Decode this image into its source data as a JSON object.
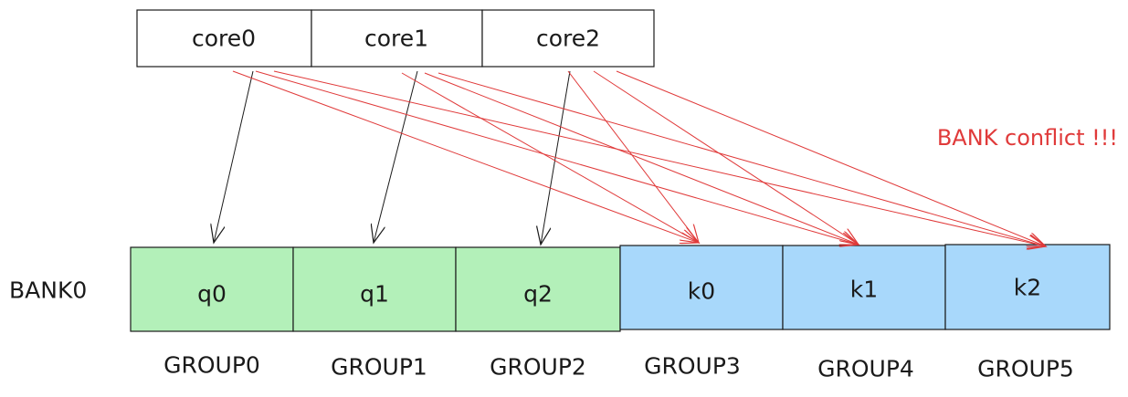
{
  "colors": {
    "q_fill": "#b3f0b9",
    "k_fill": "#a8d8fb",
    "core_fill": "#ffffff",
    "border": "#1a1a1a",
    "red": "#e03a3a",
    "black_arrow": "#1a1a1a"
  },
  "cores": [
    "core0",
    "core1",
    "core2"
  ],
  "bank": {
    "label": "BANK0",
    "cells": [
      {
        "label": "q0",
        "kind": "q"
      },
      {
        "label": "q1",
        "kind": "q"
      },
      {
        "label": "q2",
        "kind": "q"
      },
      {
        "label": "k0",
        "kind": "k"
      },
      {
        "label": "k1",
        "kind": "k"
      },
      {
        "label": "k2",
        "kind": "k"
      }
    ]
  },
  "groups": [
    "GROUP0",
    "GROUP1",
    "GROUP2",
    "GROUP3",
    "GROUP4",
    "GROUP5"
  ],
  "conflict_label": "BANK conflict !!!",
  "connections": {
    "local": [
      [
        0,
        0
      ],
      [
        1,
        1
      ],
      [
        2,
        2
      ]
    ],
    "conflict": [
      [
        0,
        3
      ],
      [
        0,
        4
      ],
      [
        0,
        5
      ],
      [
        1,
        3
      ],
      [
        1,
        4
      ],
      [
        1,
        5
      ],
      [
        2,
        3
      ],
      [
        2,
        4
      ],
      [
        2,
        5
      ]
    ]
  }
}
